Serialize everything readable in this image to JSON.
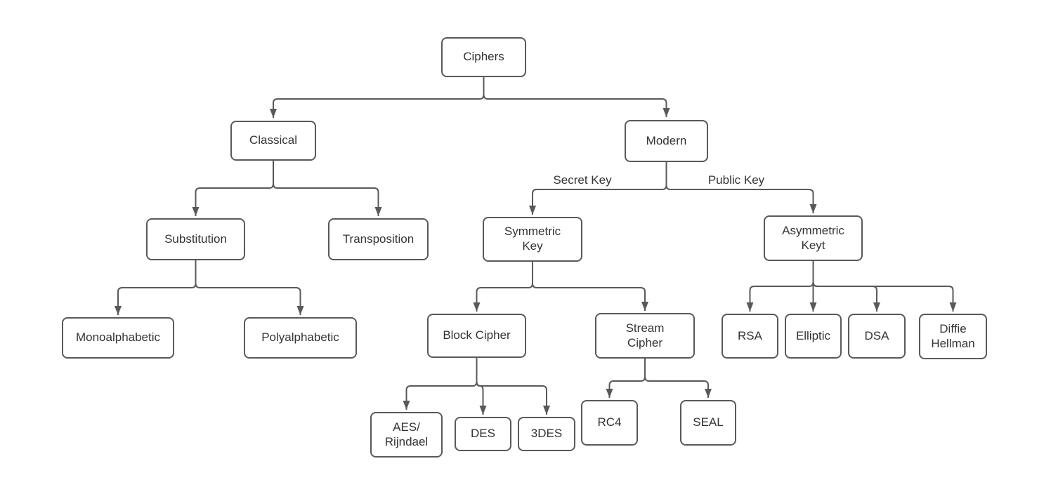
{
  "diagram": {
    "type": "tree-flowchart",
    "topic": "Ciphers classification",
    "nodes": {
      "ciphers": {
        "label": "Ciphers"
      },
      "classical": {
        "label": "Classical"
      },
      "modern": {
        "label": "Modern"
      },
      "substitution": {
        "label": "Substitution"
      },
      "transposition": {
        "label": "Transposition"
      },
      "symmetric_key": {
        "label": "Symmetric\nKey"
      },
      "asymmetric_key": {
        "label": "Asymmetric\nKeyt"
      },
      "monoalphabetic": {
        "label": "Monoalphabetic"
      },
      "polyalphabetic": {
        "label": "Polyalphabetic"
      },
      "block_cipher": {
        "label": "Block Cipher"
      },
      "stream_cipher": {
        "label": "Stream\nCipher"
      },
      "aes_rijndael": {
        "label": "AES/\nRijndael"
      },
      "des": {
        "label": "DES"
      },
      "tdes": {
        "label": "3DES"
      },
      "rc4": {
        "label": "RC4"
      },
      "seal": {
        "label": "SEAL"
      },
      "rsa": {
        "label": "RSA"
      },
      "elliptic": {
        "label": "Elliptic"
      },
      "dsa": {
        "label": "DSA"
      },
      "diffie_hellman": {
        "label": "Diffie\nHellman"
      }
    },
    "edge_labels": {
      "secret_key": "Secret Key",
      "public_key": "Public Key"
    },
    "edges": [
      {
        "from": "ciphers",
        "to": "classical"
      },
      {
        "from": "ciphers",
        "to": "modern"
      },
      {
        "from": "classical",
        "to": "substitution"
      },
      {
        "from": "classical",
        "to": "transposition"
      },
      {
        "from": "substitution",
        "to": "monoalphabetic"
      },
      {
        "from": "substitution",
        "to": "polyalphabetic"
      },
      {
        "from": "modern",
        "to": "symmetric_key",
        "label": "Secret Key"
      },
      {
        "from": "modern",
        "to": "asymmetric_key",
        "label": "Public Key"
      },
      {
        "from": "symmetric_key",
        "to": "block_cipher"
      },
      {
        "from": "symmetric_key",
        "to": "stream_cipher"
      },
      {
        "from": "block_cipher",
        "to": "aes_rijndael"
      },
      {
        "from": "block_cipher",
        "to": "des"
      },
      {
        "from": "block_cipher",
        "to": "tdes"
      },
      {
        "from": "stream_cipher",
        "to": "rc4"
      },
      {
        "from": "stream_cipher",
        "to": "seal"
      },
      {
        "from": "asymmetric_key",
        "to": "rsa"
      },
      {
        "from": "asymmetric_key",
        "to": "elliptic"
      },
      {
        "from": "asymmetric_key",
        "to": "dsa"
      },
      {
        "from": "asymmetric_key",
        "to": "diffie_hellman"
      }
    ],
    "colors": {
      "stroke": "#595959",
      "text": "#333333",
      "canvas": "#ffffff"
    }
  }
}
